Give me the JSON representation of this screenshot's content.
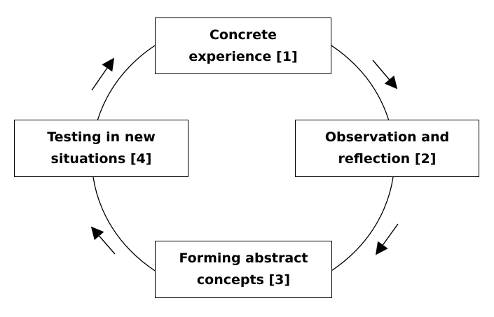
{
  "diagram": {
    "stages": [
      {
        "line1": "Concrete",
        "line2": "experience [1]"
      },
      {
        "line1": "Observation and",
        "line2": "reflection [2]"
      },
      {
        "line1": "Forming abstract",
        "line2": "concepts [3]"
      },
      {
        "line1": "Testing in new",
        "line2": "situations [4]"
      }
    ],
    "colors": {
      "line": "#000000",
      "background": "#ffffff"
    }
  }
}
